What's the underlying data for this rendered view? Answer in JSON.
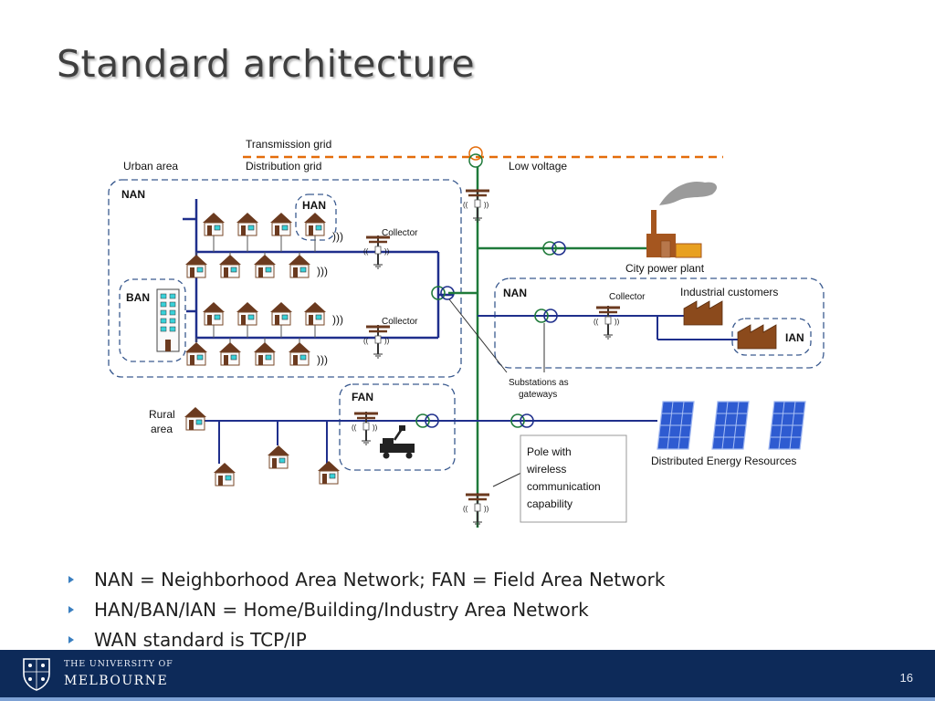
{
  "slide": {
    "title": "Standard architecture",
    "page_number": "16"
  },
  "diagram": {
    "labels": {
      "transmission_grid": "Transmission grid",
      "distribution_grid": "Distribution grid",
      "urban_area": "Urban area",
      "low_voltage": "Low voltage",
      "nan_urban": "NAN",
      "han": "HAN",
      "ban": "BAN",
      "collector_top": "Collector",
      "collector_mid": "Collector",
      "collector_right": "Collector",
      "city_power_plant": "City power plant",
      "nan_right": "NAN",
      "industrial_customers": "Industrial customers",
      "ian": "IAN",
      "substations_line1": "Substations as",
      "substations_line2": "gateways",
      "fan": "FAN",
      "rural_line1": "Rural",
      "rural_line2": "area",
      "pole_line1": "Pole with",
      "pole_line2": "wireless",
      "pole_line3": "communication",
      "pole_line4": "capability",
      "distributed_energy": "Distributed Energy Resources",
      "wireless_signal": ")))"
    },
    "colors": {
      "transmission": "#e46c0a",
      "distribution": "#1f7a3a",
      "low_voltage": "#1f2f8c",
      "dashed_box": "#3a5a8f",
      "house_roof": "#6b3a1f",
      "house_window": "#39d1d9",
      "factory": "#8b4a1c",
      "solar": "#3a66d6"
    }
  },
  "bullets": [
    "NAN = Neighborhood Area Network; FAN = Field Area Network",
    "HAN/BAN/IAN = Home/Building/Industry Area Network",
    "WAN standard is TCP/IP"
  ],
  "footer": {
    "university_line1": "THE UNIVERSITY OF",
    "university_line2": "MELBOURNE"
  }
}
